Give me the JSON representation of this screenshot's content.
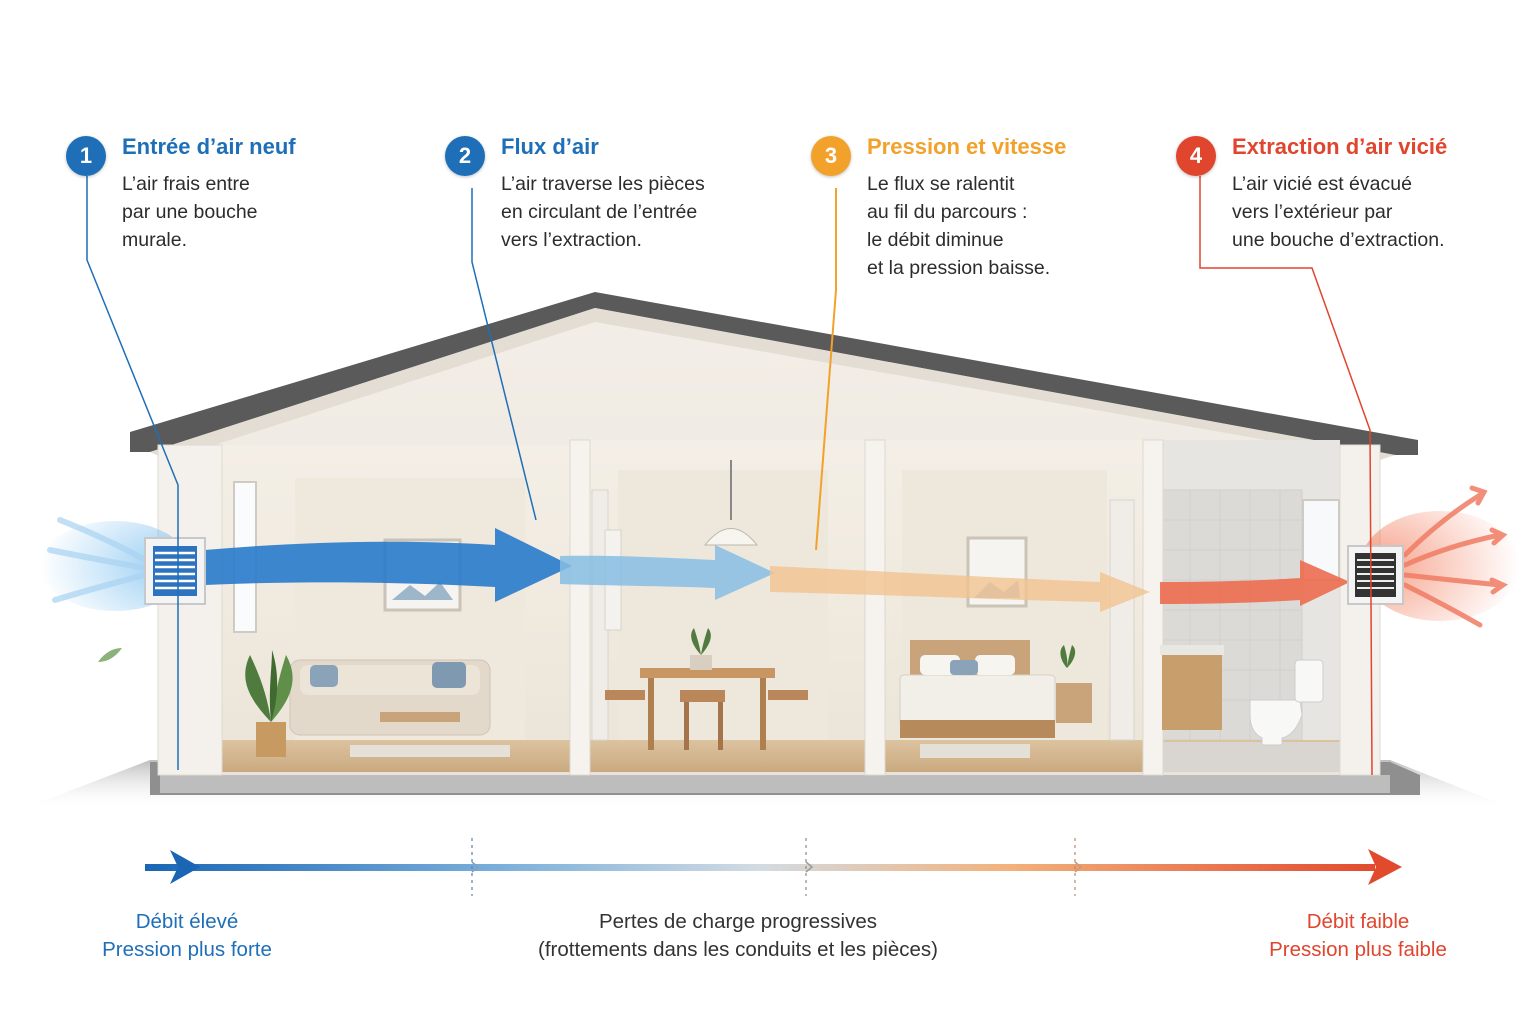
{
  "steps": [
    {
      "number": "1",
      "title": "Entrée d’air neuf",
      "lines": [
        "L’air frais entre",
        "par une bouche",
        "murale."
      ],
      "color": "#1e6fb8"
    },
    {
      "number": "2",
      "title": "Flux d’air",
      "lines": [
        "L’air traverse les pièces",
        "en circulant de l’entrée",
        "vers l’extraction."
      ],
      "color": "#1e6fb8"
    },
    {
      "number": "3",
      "title": "Pression et vitesse",
      "lines": [
        "Le flux se ralentit",
        "au fil du parcours :",
        "le débit diminue",
        "et la pression baisse."
      ],
      "color": "#f2a12b"
    },
    {
      "number": "4",
      "title": "Extraction d’air vicié",
      "lines": [
        "L’air vicié est évacué",
        "vers l’extérieur par",
        "une bouche d’extraction."
      ],
      "color": "#e0452e"
    }
  ],
  "bottom": {
    "left": {
      "line1": "Débit élevé",
      "line2": "Pression plus forte",
      "color": "#1e6fb8"
    },
    "center": {
      "line1": "Pertes de charge progressives",
      "line2": "(frottements dans les conduits et les pièces)",
      "color": "#333333"
    },
    "right": {
      "line1": "Débit faible",
      "line2": "Pression plus faible",
      "color": "#e0452e"
    }
  },
  "icons": [
    "air-inlet-vent-icon",
    "air-outlet-vent-icon",
    "airflow-arrow-icon",
    "pendant-lamp-icon",
    "plant-icon",
    "toilet-icon"
  ],
  "rooms": [
    "living-room",
    "dining-room",
    "bedroom",
    "bathroom"
  ]
}
